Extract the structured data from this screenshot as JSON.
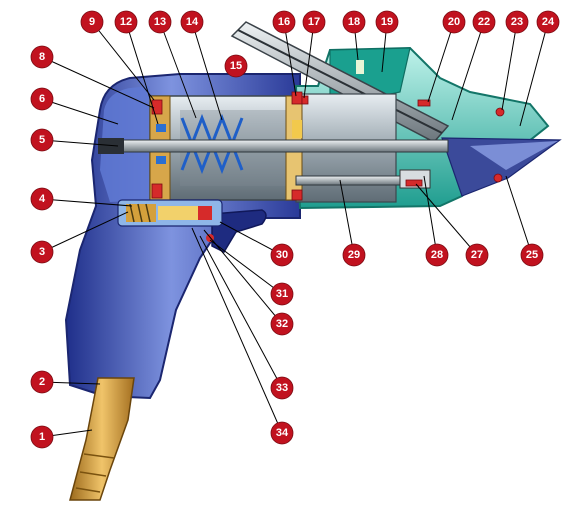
{
  "diagram": {
    "subject": "pneumatic tool cross-section",
    "colors": {
      "handle": "#2c3d9e",
      "handle_light": "#6f86d6",
      "housing_teal": "#23a99a",
      "housing_light": "#8fe3d7",
      "barrel_grey": "#a9b4bc",
      "spring_blue": "#2b6fd1",
      "seal_red": "#d62a2a",
      "seal_yellow": "#f2c94c",
      "hose_fitting": "#d9a441",
      "callout_red": "#c1121f",
      "leader_black": "#000000"
    },
    "callouts": [
      "1",
      "2",
      "3",
      "4",
      "5",
      "6",
      "8",
      "9",
      "12",
      "13",
      "14",
      "15",
      "16",
      "17",
      "18",
      "19",
      "20",
      "22",
      "23",
      "24",
      "25",
      "27",
      "28",
      "29",
      "30",
      "31",
      "32",
      "33",
      "34"
    ]
  }
}
